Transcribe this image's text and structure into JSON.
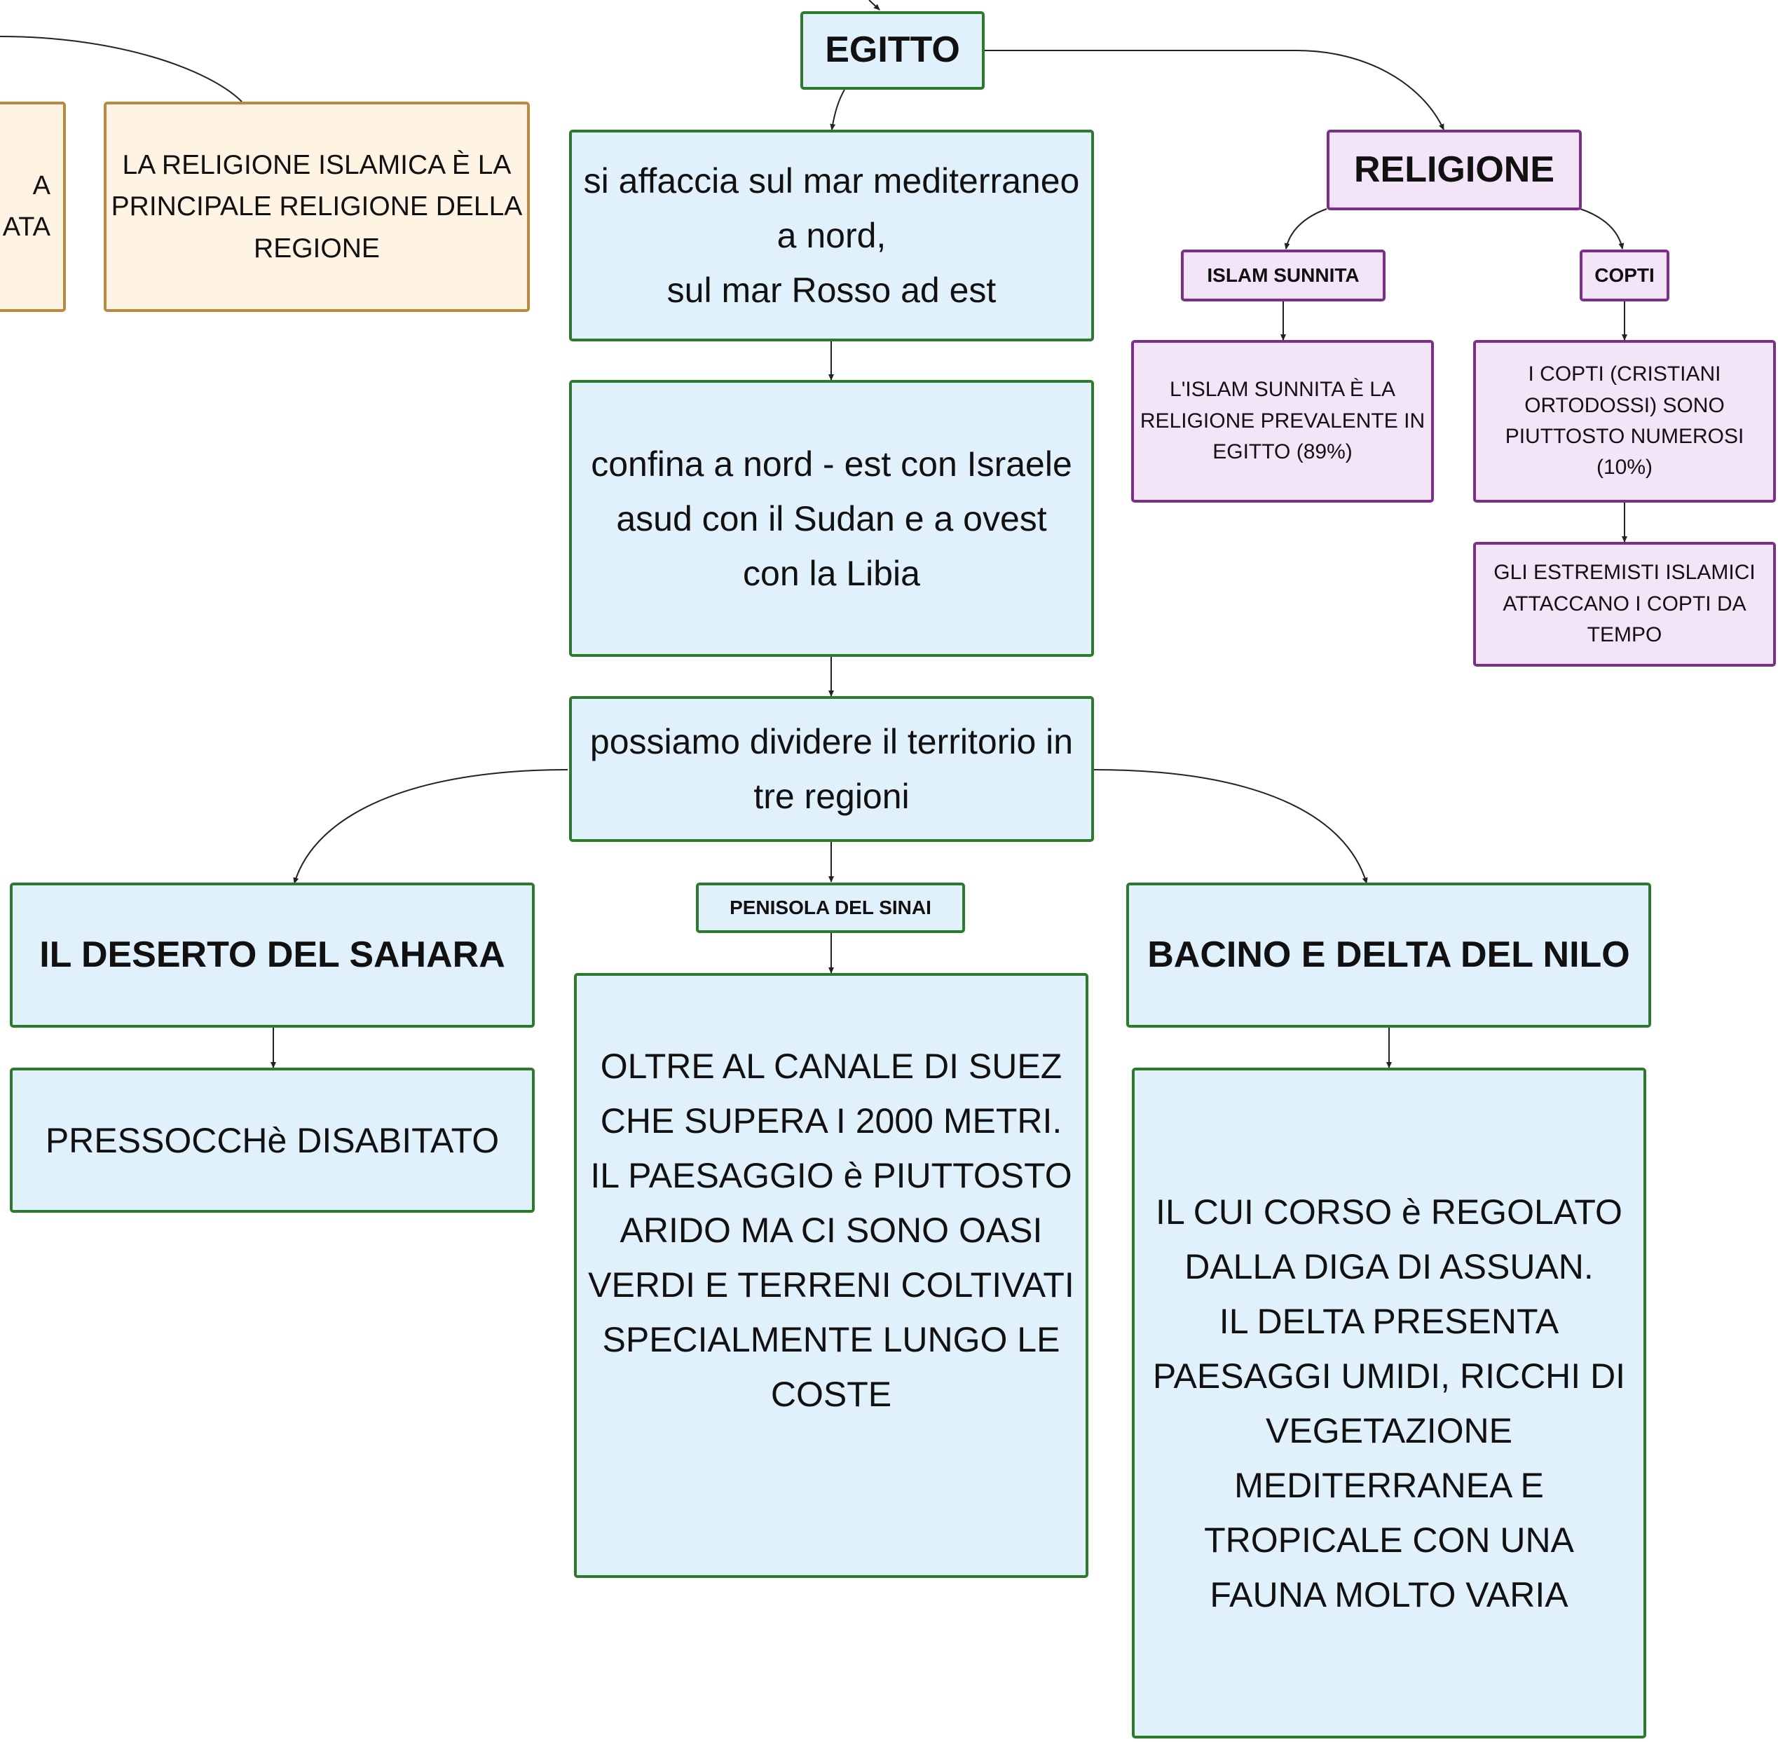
{
  "diagram": {
    "root": "EGITTO",
    "left_partial": {
      "line1": "A",
      "line2": "ATA"
    },
    "islam_main": "LA RELIGIONE ISLAMICA È LA\nPRINCIPALE RELIGIONE DELLA\nREGIONE",
    "affaccia": "si affaccia sul mar mediterraneo\na nord,\nsul mar Rosso ad est",
    "confina": "confina a nord - est con Israele\nasud con il Sudan e a ovest\ncon la Libia",
    "dividere": "possiamo dividere il territorio in\ntre regioni",
    "religione": "RELIGIONE",
    "islam_sunnita": "ISLAM SUNNITA",
    "copti": "COPTI",
    "islam_desc": "L'ISLAM SUNNITA È LA\nRELIGIONE PREVALENTE IN\nEGITTO (89%)",
    "copti_desc": "I COPTI (CRISTIANI\nORTODOSSI) SONO\nPIUTTOSTO NUMEROSI (10%)",
    "estremisti": "GLI ESTREMISTI ISLAMICI\nATTACCANO I COPTI DA\nTEMPO",
    "sahara": "IL DESERTO DEL SAHARA",
    "sinai": "PENISOLA DEL SINAI",
    "nilo": "BACINO E DELTA DEL NILO",
    "disabitato": "PRESSOCCHè DISABITATO",
    "sinai_desc": "OLTRE AL CANALE DI SUEZ\nCHE SUPERA I 2000 METRI.\nIL PAESAGGIO è PIUTTOSTO\nARIDO MA CI SONO OASI\nVERDI E TERRENI COLTIVATI\nSPECIALMENTE LUNGO LE\nCOSTE",
    "nilo_desc": "IL CUI CORSO è REGOLATO\nDALLA DIGA DI ASSUAN.\nIL DELTA PRESENTA\nPAESAGGI UMIDI, RICCHI DI\nVEGETAZIONE\nMEDITERRANEA E\nTROPICALE CON UNA\nFAUNA MOLTO VARIA"
  },
  "colors": {
    "blue_fill": "#e1f1fc",
    "blue_border": "#2c7a2c",
    "orange_fill": "#fff4e3",
    "orange_border": "#b98a3e",
    "purple_fill": "#f4e4f8",
    "purple_border": "#7b2f8a"
  }
}
